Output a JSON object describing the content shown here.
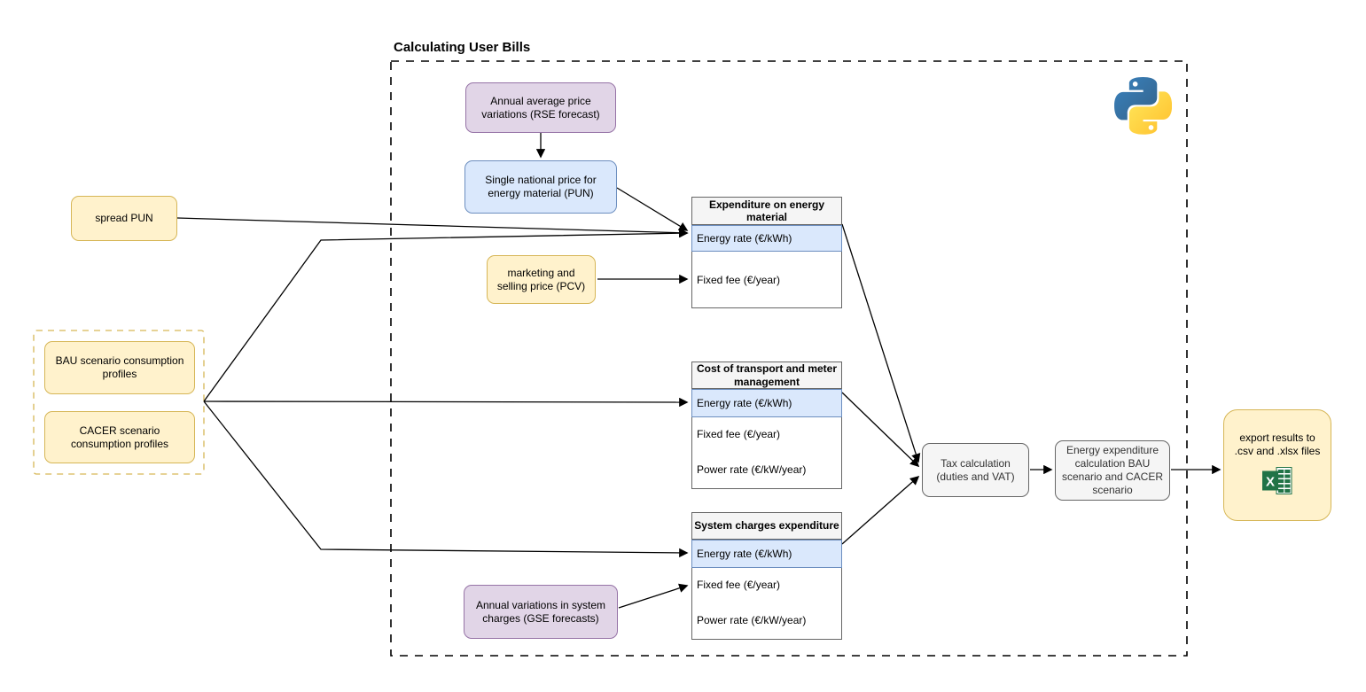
{
  "title": "Calculating User Bills",
  "nodes": {
    "rse_forecast": {
      "label": "Annual average price variations (RSE forecast)"
    },
    "pun": {
      "label": "Single national price for energy material (PUN)"
    },
    "spread_pun": {
      "label": "spread PUN"
    },
    "bau_profiles": {
      "label": "BAU scenario consumption profiles"
    },
    "cacer_profiles": {
      "label": "CACER scenario consumption profiles"
    },
    "pcv": {
      "label": "marketing and selling price (PCV)"
    },
    "gse_forecast": {
      "label": "Annual variations in system charges (GSE forecasts)"
    },
    "tax_calculation": {
      "label": "Tax calculation (duties and VAT)"
    },
    "energy_expenditure": {
      "label": "Energy expenditure calculation BAU scenario and CACER scenario"
    },
    "export_results": {
      "label": "export results to .csv and .xlsx files"
    }
  },
  "tables": {
    "energy_material": {
      "title": "Expenditure on energy material",
      "rows": [
        "Energy rate (€/kWh)",
        "Fixed fee (€/year)"
      ]
    },
    "transport_meter": {
      "title": "Cost of transport and meter management",
      "rows": [
        "Energy rate (€/kWh)",
        "Fixed fee (€/year)",
        "Power rate (€/kW/year)"
      ]
    },
    "system_charges": {
      "title": "System charges expenditure",
      "rows": [
        "Energy rate (€/kWh)",
        "Fixed fee (€/year)",
        "Power rate (€/kW/year)"
      ]
    }
  },
  "icons": {
    "python": "python-logo",
    "excel": "excel-spreadsheet-icon"
  },
  "colors": {
    "yellow_fill": "#FFF2CC",
    "yellow_stroke": "#D6B656",
    "purple_fill": "#E1D5E7",
    "purple_stroke": "#9673A6",
    "blue_fill": "#DAE8FC",
    "blue_stroke": "#6C8EBF",
    "gray_fill": "#F5F5F5",
    "gray_stroke": "#666666",
    "excel_green": "#217346",
    "arrow": "#000000"
  }
}
